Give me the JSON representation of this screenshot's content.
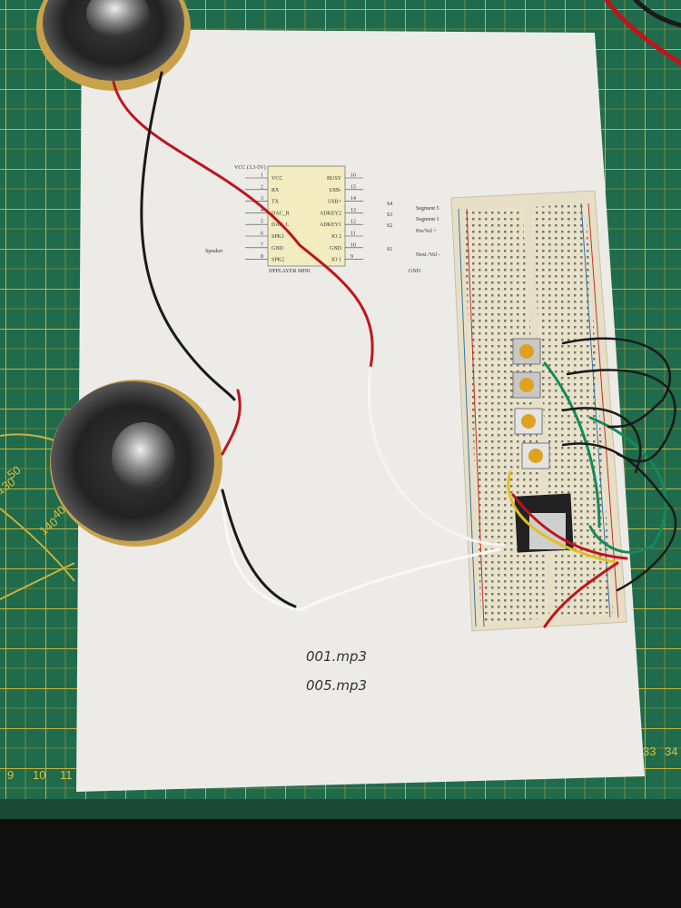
{
  "schematic": {
    "chip_name": "DFPLAYER MINI",
    "vcc_label": "VCC (3.3-5V)",
    "left_pins": [
      {
        "num": "1",
        "name": "VCC"
      },
      {
        "num": "2",
        "name": "RX"
      },
      {
        "num": "3",
        "name": "TX"
      },
      {
        "num": "4",
        "name": "DAC_R"
      },
      {
        "num": "5",
        "name": "DAC_L"
      },
      {
        "num": "6",
        "name": "SPK1"
      },
      {
        "num": "7",
        "name": "GND"
      },
      {
        "num": "8",
        "name": "SPK2"
      }
    ],
    "right_pins": [
      {
        "num": "16",
        "name": "BUSY"
      },
      {
        "num": "15",
        "name": "USB-"
      },
      {
        "num": "14",
        "name": "USB+"
      },
      {
        "num": "13",
        "name": "ADKEY2"
      },
      {
        "num": "12",
        "name": "ADKEY1"
      },
      {
        "num": "11",
        "name": "IO 2"
      },
      {
        "num": "10",
        "name": "GND"
      },
      {
        "num": "9",
        "name": "IO 1"
      }
    ],
    "switches": [
      "S4",
      "S3",
      "S2",
      "S1"
    ],
    "switch_labels": [
      "Segment 5",
      "Segment 1",
      "Pre/Vol +",
      "Next /Vol -"
    ],
    "speaker_label": "Speaker",
    "gnd_label": "GND"
  },
  "handwritten_notes": [
    "001.mp3",
    "005.mp3"
  ],
  "mat_ruler": {
    "bottom_left": [
      "9",
      "10",
      "11"
    ],
    "bottom_right": [
      "33",
      "34"
    ],
    "arc": [
      "50",
      "130",
      "40",
      "140"
    ]
  },
  "colors": {
    "mat": "#1f6b4c",
    "grid": "#c9b23a",
    "paper": "#ecebe8",
    "breadboard": "#e8e2cc",
    "wire_red": "#c0141c",
    "wire_black": "#1a1a1a",
    "wire_white": "#f4f4f4",
    "wire_green": "#138a5a",
    "wire_yellow": "#e0c020"
  }
}
